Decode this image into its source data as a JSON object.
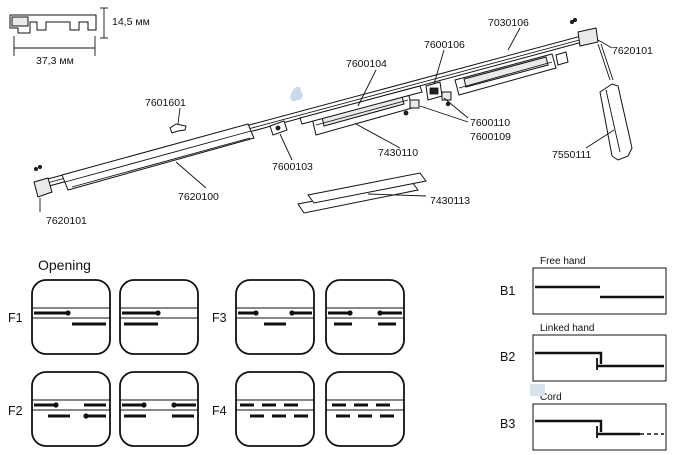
{
  "profile": {
    "height_label": "14,5 мм",
    "width_label": "37,3 мм"
  },
  "parts": {
    "end_cap_right": "7620101",
    "rail_top": "7030106",
    "runner_mid": "7600104",
    "bracket_top": "7600106",
    "hook": "7601601",
    "clip_a": "7600110",
    "clip_b": "7600109",
    "wand": "7550111",
    "carrier": "7600103",
    "runner_body": "7430110",
    "rail_front": "7620100",
    "end_cap_left": "7620101",
    "glider": "7430113"
  },
  "opening": {
    "title": "Opening",
    "rows": [
      "F1",
      "F2",
      "F3",
      "F4"
    ]
  },
  "hands": {
    "b1": {
      "code": "B1",
      "title": "Free hand"
    },
    "b2": {
      "code": "B2",
      "title": "Linked hand"
    },
    "b3": {
      "code": "B3",
      "title": "Cord"
    }
  }
}
